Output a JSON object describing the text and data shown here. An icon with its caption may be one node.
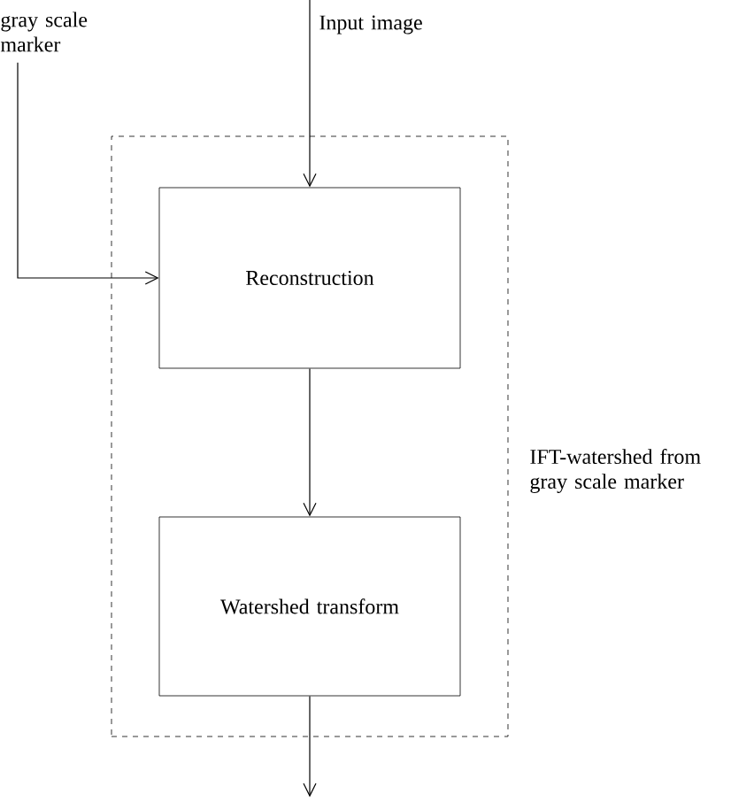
{
  "diagram": {
    "nodes": [
      {
        "text": [
          "gray scale marker"
        ]
      },
      {
        "text": [
          "Input image"
        ]
      },
      {
        "text": [
          "IFT-watershed from gray scale marker"
        ]
      },
      {
        "text": [
          "Reconstruction"
        ],
        "in": 2
      },
      {
        "text": [
          "Watershed transform"
        ],
        "in": 2
      }
    ],
    "edges": [
      {
        "from": 0,
        "to": 3,
        "arrow": "to"
      },
      {
        "from": 1,
        "to": 3,
        "arrow": "to"
      },
      {
        "from": 3,
        "to": 4,
        "arrow": "to"
      },
      {
        "from": 4,
        "to": null,
        "arrow": "to"
      }
    ]
  }
}
